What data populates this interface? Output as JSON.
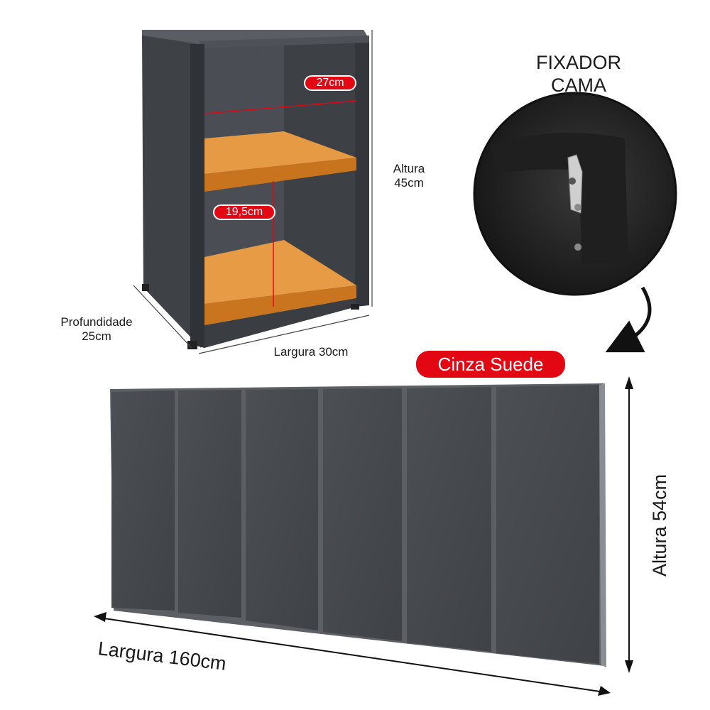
{
  "colors": {
    "accent": "#e30613",
    "cabinet": "#4b4f55",
    "shelf": "#d4822e",
    "panel": "#46494e"
  },
  "nightstand": {
    "width_label": "Largura 30cm",
    "height_label_line1": "Altura",
    "height_label_line2": "45cm",
    "depth_label_line1": "Profundidade",
    "depth_label_line2": "25cm",
    "inner_width_badge": "27cm",
    "inner_height_badge": "19,5cm"
  },
  "fixer": {
    "title_line1": "FIXADOR",
    "title_line2": "CAMA"
  },
  "headboard": {
    "color_badge": "Cinza Suede",
    "width_label": "Largura 160cm",
    "height_label": "Altura 54cm"
  }
}
